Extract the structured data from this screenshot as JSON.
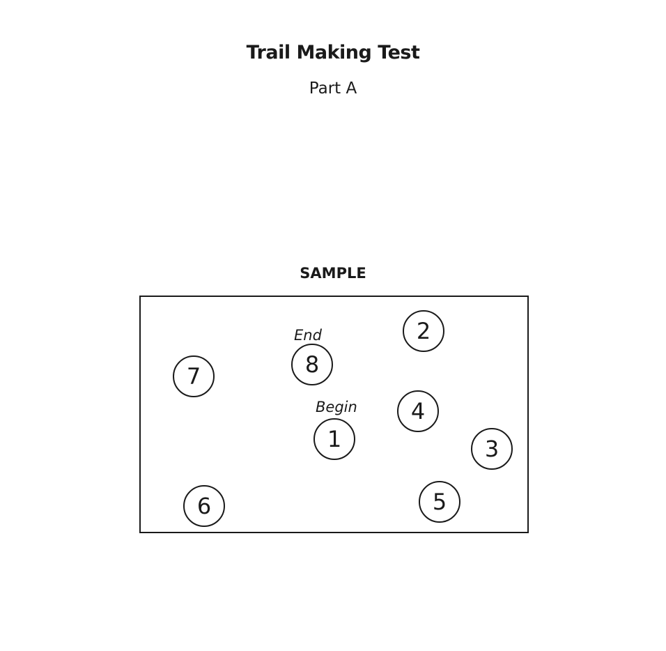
{
  "document": {
    "title": "Trail Making Test",
    "subtitle": "Part A",
    "sample_label": "SAMPLE"
  },
  "sample": {
    "nodes": [
      {
        "number": "1"
      },
      {
        "number": "2"
      },
      {
        "number": "3"
      },
      {
        "number": "4"
      },
      {
        "number": "5"
      },
      {
        "number": "6"
      },
      {
        "number": "7"
      },
      {
        "number": "8"
      }
    ],
    "begin_label": "Begin",
    "end_label": "End"
  }
}
